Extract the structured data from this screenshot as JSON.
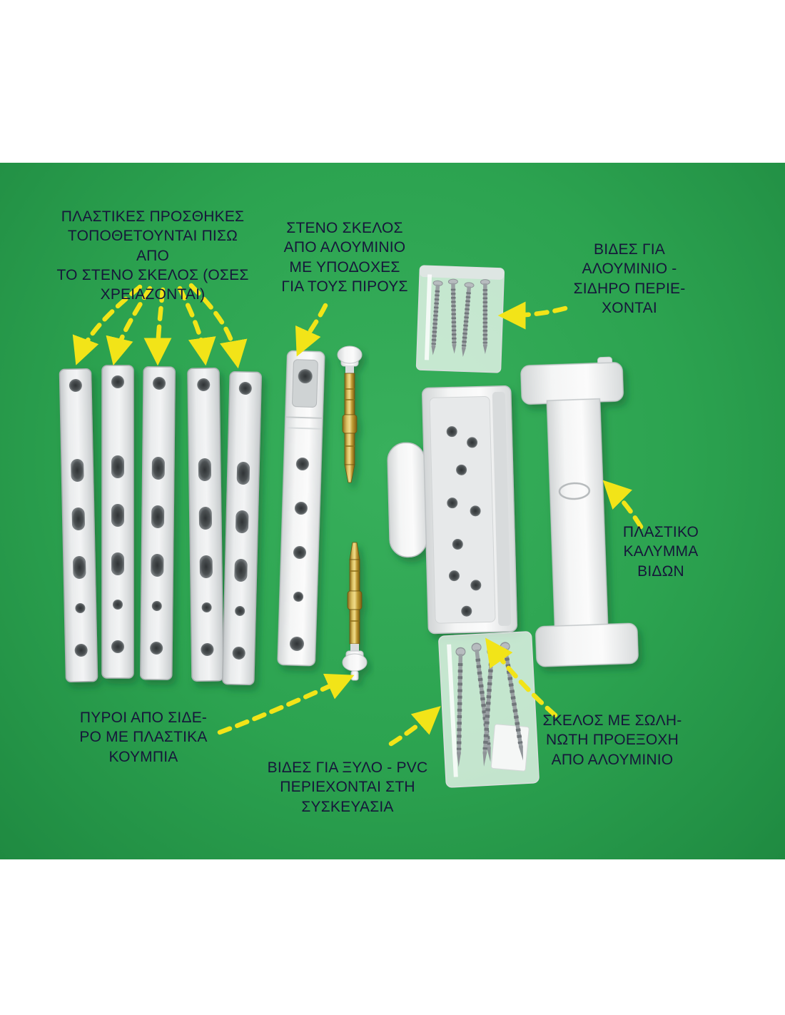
{
  "colors": {
    "background_white": "#ffffff",
    "background_green": "#2ca350",
    "arrow_yellow": "#f2e418",
    "label_text": "#16163a",
    "part_white": "#f2f3f4",
    "pin_brass": "#c9a43a"
  },
  "labels": {
    "plastic_inserts": {
      "text": "ΠΛΑΣΤΙΚΕΣ ΠΡΟΣΘΗΚΕΣ\nΤΟΠΟΘΕΤΟΥΝΤΑΙ ΠΙΣΩ ΑΠΟ\nΤΟ ΣΤΕΝΟ ΣΚΕΛΟΣ (ΟΣΕΣ\nΧΡΕΙΑΖΟΝΤΑΙ)"
    },
    "narrow_leg": {
      "text": "ΣΤΕΝΟ ΣΚΕΛΟΣ\nΑΠΟ ΑΛΟΥΜΙΝΙΟ\nΜΕ ΥΠΟΔΟΧΕΣ\nΓΙΑ ΤΟΥΣ ΠΙΡΟΥΣ"
    },
    "screws_metal": {
      "text": "ΒΙΔΕΣ ΓΙΑ\nΑΛΟΥΜΙΝΙΟ -\nΣΙΔΗΡΟ ΠΕΡΙΕ-\nΧΟΝΤΑΙ"
    },
    "plastic_cover": {
      "text": "ΠΛΑΣΤΙΚΟ\nΚΑΛΥΜΜΑ\nΒΙΔΩΝ"
    },
    "pins": {
      "text": "ΠΥΡΟΙ ΑΠΟ ΣΙΔΕ-\nΡΟ ΜΕ ΠΛΑΣΤΙΚΑ\nΚΟΥΜΠΙΑ"
    },
    "screws_wood": {
      "text": "ΒΙΔΕΣ ΓΙΑ ΞΥΛΟ - PVC\nΠΕΡΙΕΧΟΝΤΑΙ ΣΤΗ\nΣΥΣΚΕΥΑΣΙΑ"
    },
    "tubular_leg": {
      "text": "ΣΚΕΛΟΣ ΜΕ ΣΩΛΗ-\nΝΩΤΗ ΠΡΟΕΞΟΧΗ\nΑΠΟ ΑΛΟΥΜΙΝΙΟ"
    }
  },
  "parts": [
    {
      "name": "plastic-shim-strips",
      "count": 5
    },
    {
      "name": "narrow-aluminium-leg"
    },
    {
      "name": "pin-top"
    },
    {
      "name": "pin-bottom"
    },
    {
      "name": "screw-bag-metal"
    },
    {
      "name": "tubular-leg"
    },
    {
      "name": "plastic-screw-cover"
    },
    {
      "name": "screw-bag-wood"
    }
  ]
}
